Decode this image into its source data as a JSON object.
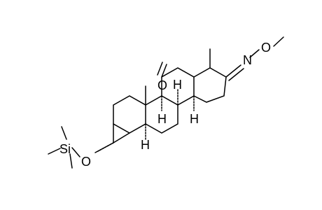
{
  "atoms": {
    "oxime_N": "N",
    "oxime_O": "O",
    "ketone_O": "O",
    "ether_O": "O",
    "silicon": "Si",
    "h5": "H",
    "h8": "H",
    "h9": "H",
    "h14": "H"
  }
}
